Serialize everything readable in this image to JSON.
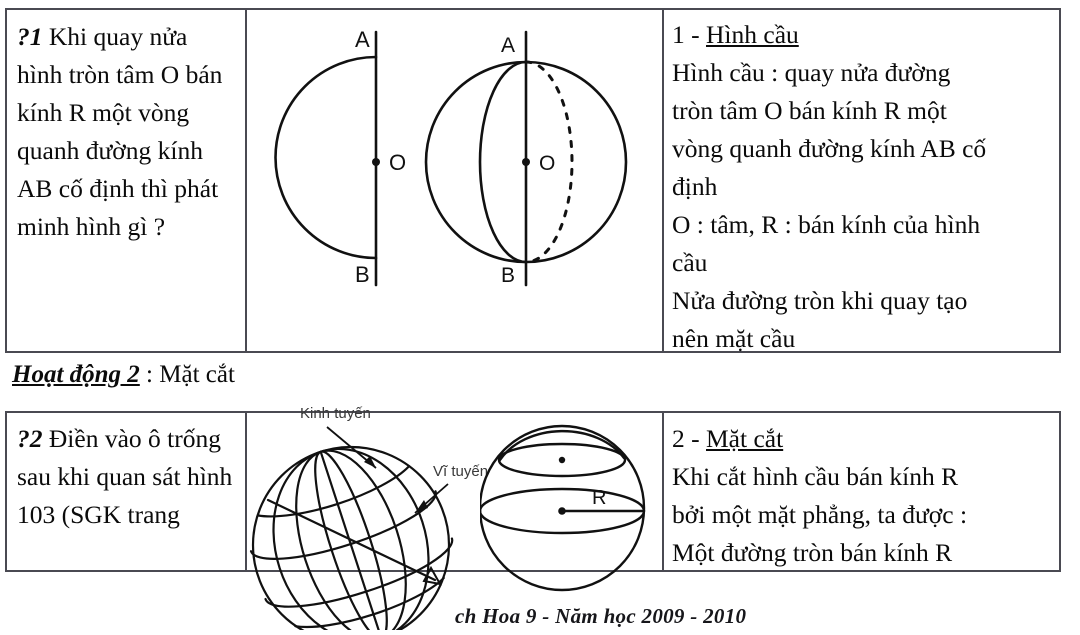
{
  "slide": {
    "activity_heading": {
      "emphasis": "Hoạt động 2",
      "rest": " : Mặt cắt"
    },
    "footer": "ch Hoa 9 - Năm học 2009 - 2010"
  },
  "table_one": {
    "question_cell": {
      "marker": "?1",
      "text": " Khi quay nửa hình tròn tâm O bán kính R một vòng quanh đường kính AB cố định thì phát minh hình gì ?"
    },
    "figure": {
      "name": "sphere-of-revolution-diagram",
      "labels": {
        "semicircle_top": "A",
        "semicircle_bottom": "B",
        "semicircle_center": "O",
        "sphere_top": "A",
        "sphere_bottom": "B",
        "sphere_center": "O"
      }
    },
    "definition_cell": {
      "heading_number": "1 - ",
      "heading_term": "Hình cầu",
      "lines": [
        "Hình cầu : quay nửa đường",
        "tròn tâm O bán kính R một",
        "vòng quanh đường kính AB cố",
        "định",
        "O : tâm, R : bán kính của hình",
        "cầu",
        "Nửa đường tròn khi quay tạo",
        "nên mặt cầu"
      ]
    }
  },
  "table_two": {
    "question_cell": {
      "marker": "?2",
      "text": " Điền vào ô trống sau khi quan sát hình 103 (SGK trang"
    },
    "figure_globe": {
      "name": "globe-meridians-parallels",
      "label_meridian": "Kinh tuyến",
      "label_parallel": "Vĩ tuyến"
    },
    "figure_cross_section": {
      "name": "sphere-cross-section",
      "radius_label": "R"
    },
    "definition_cell": {
      "heading_number": "2 - ",
      "heading_term": "Mặt cắt",
      "lines": [
        "Khi cắt hình cầu bán kính R",
        "bởi một mặt phẳng, ta được :",
        "Một đường tròn bán kính R"
      ]
    }
  },
  "colors": {
    "ink": "#111111",
    "border": "#4a4a52",
    "paper": "#ffffff"
  }
}
